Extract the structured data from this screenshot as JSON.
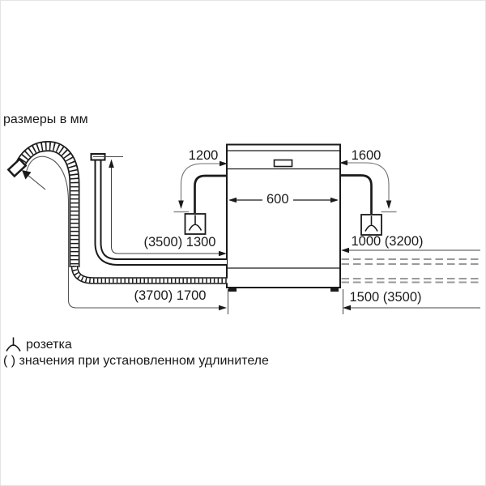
{
  "title": "размеры в мм",
  "dimensions": {
    "left_socket_height": "1200",
    "right_socket_height": "1600",
    "appliance_width": "600",
    "supply_hose_length": "(3500) 1300",
    "power_cord_length": "1000 (3200)",
    "drain_hose_length": "(3700) 1700",
    "right_hose_length": "1500 (3500)"
  },
  "legend": {
    "socket": "розетка",
    "note": "( ) значения при установленном удлинителе"
  },
  "icons": {
    "socket": "gost-socket-outlet-symbol (arc with vertical pin)",
    "arrow": "solid-triangle-arrowhead"
  },
  "colors": {
    "line": "#1a1a1a",
    "dim_line": "#444444",
    "thin_arrow": "#666666",
    "dashed_extension": "#9a9a9a",
    "background": "#ffffff"
  }
}
